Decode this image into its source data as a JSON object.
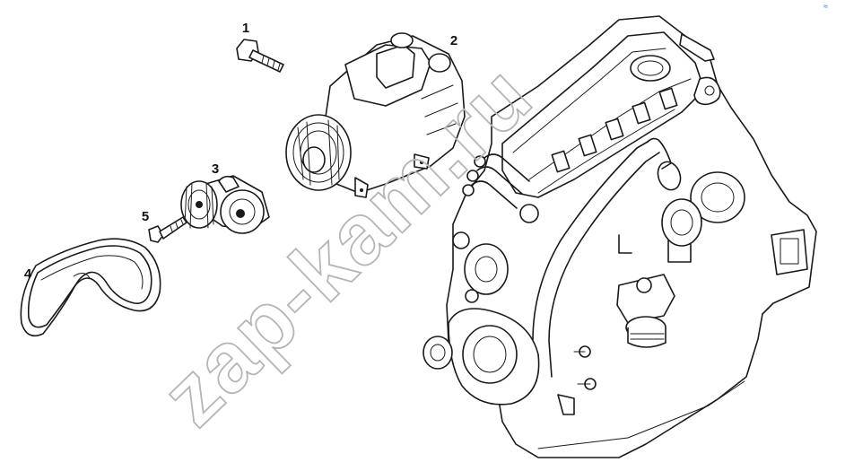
{
  "watermark": "zap-kam.ru",
  "corner_mark": "≈",
  "callouts": [
    {
      "label": "1",
      "part": "bolt"
    },
    {
      "label": "2",
      "part": "ac-compressor"
    },
    {
      "label": "3",
      "part": "tensioner-pulley"
    },
    {
      "label": "4",
      "part": "drive-belt"
    },
    {
      "label": "5",
      "part": "bolt"
    }
  ],
  "colors": {
    "line": "#1a1a1a",
    "watermark": "#b5b5b5",
    "background": "#ffffff"
  }
}
